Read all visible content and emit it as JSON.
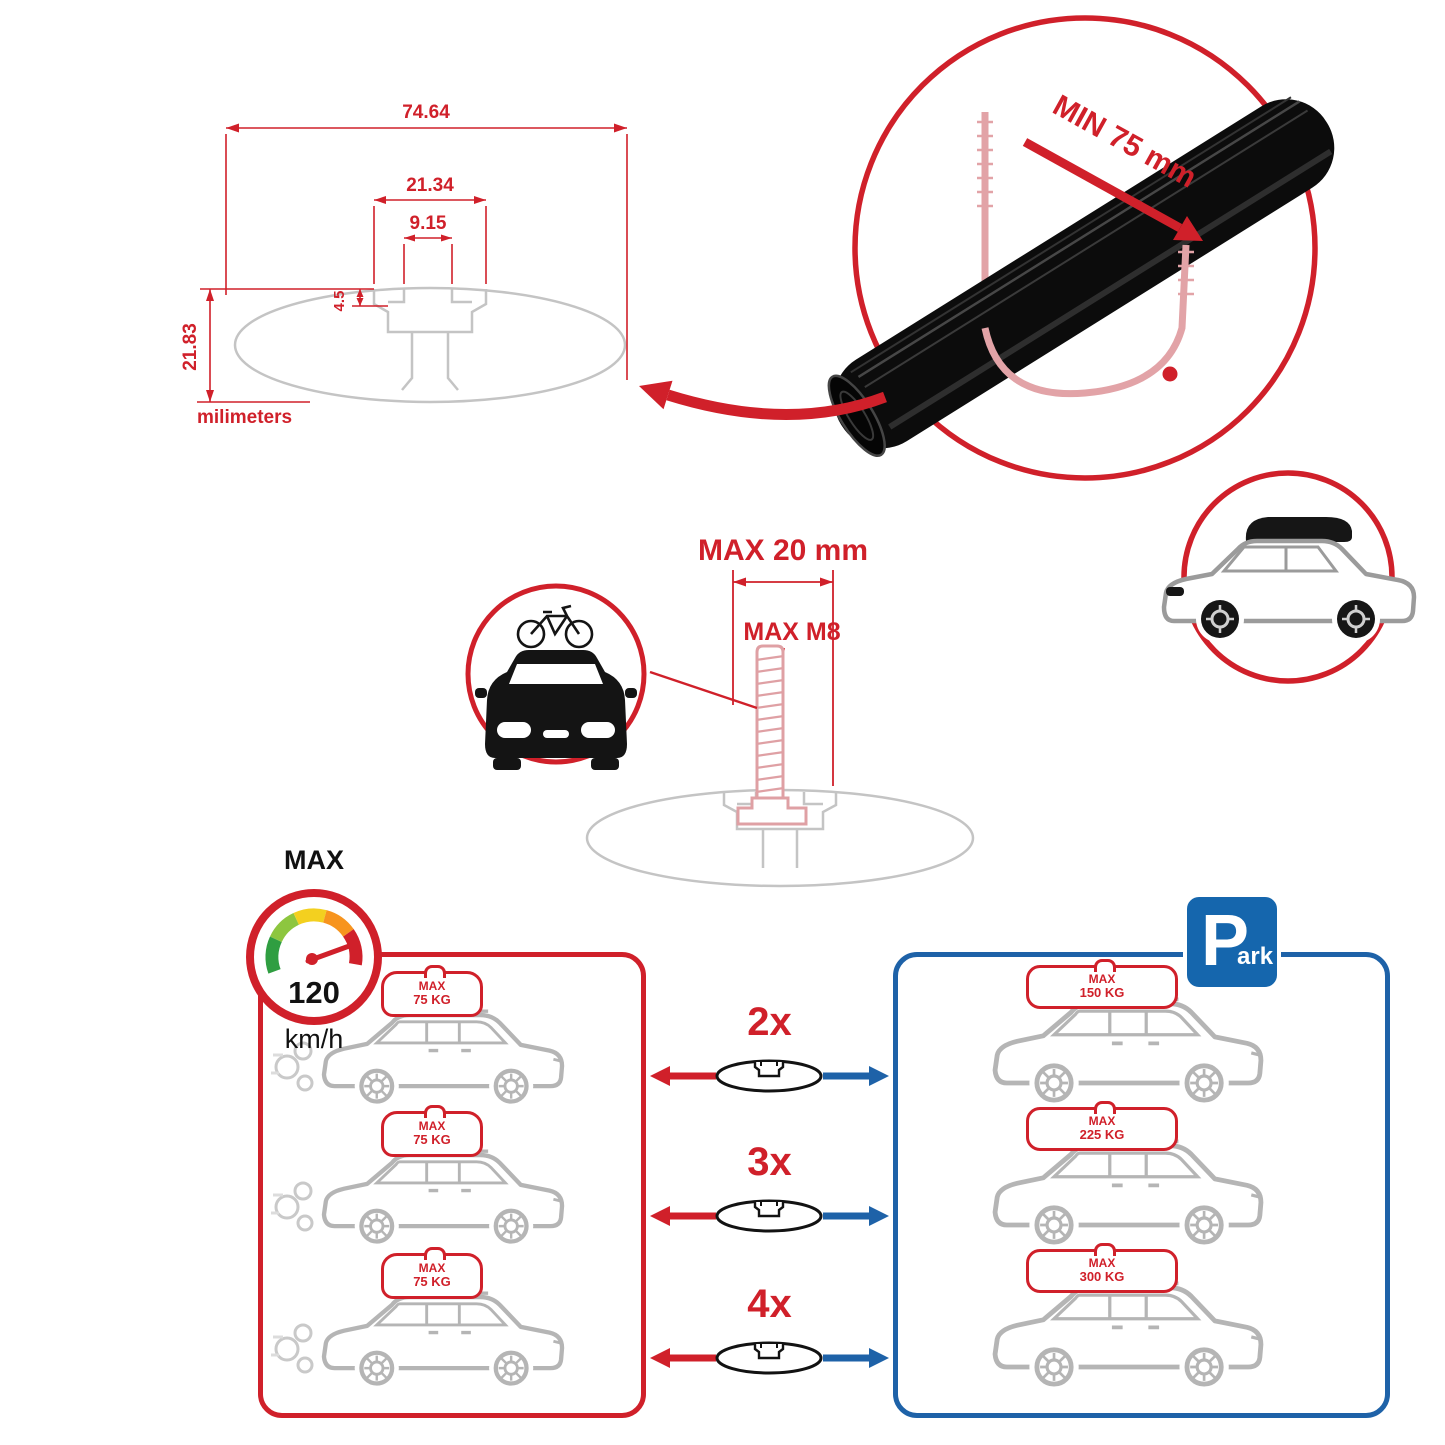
{
  "drawing": {
    "dim_total_width": "74.64",
    "dim_channel_outer": "21.34",
    "dim_channel_inner": "9.15",
    "dim_lip": "4.5",
    "dim_height": "21.83",
    "unit": "milimeters"
  },
  "zoom": {
    "min_grip_label": "MIN 75 mm"
  },
  "bolt": {
    "max_length_label": "MAX 20 mm",
    "max_thread_label": "MAX M8"
  },
  "speedometer": {
    "top_label": "MAX",
    "value": "120",
    "unit": "km/h"
  },
  "park_sign": {
    "letter": "P",
    "suffix": "ark"
  },
  "capacity": {
    "left": [
      {
        "max": "MAX",
        "weight": "75 KG"
      },
      {
        "max": "MAX",
        "weight": "75 KG"
      },
      {
        "max": "MAX",
        "weight": "75 KG"
      }
    ],
    "right": [
      {
        "max": "MAX",
        "weight": "150 KG"
      },
      {
        "max": "MAX",
        "weight": "225 KG"
      },
      {
        "max": "MAX",
        "weight": "300 KG"
      }
    ],
    "multipliers": [
      {
        "label": "2x"
      },
      {
        "label": "3x"
      },
      {
        "label": "4x"
      }
    ]
  },
  "colors": {
    "red": "#d0202a",
    "blue": "#1e62a8",
    "gray": "#b5b5b5"
  }
}
